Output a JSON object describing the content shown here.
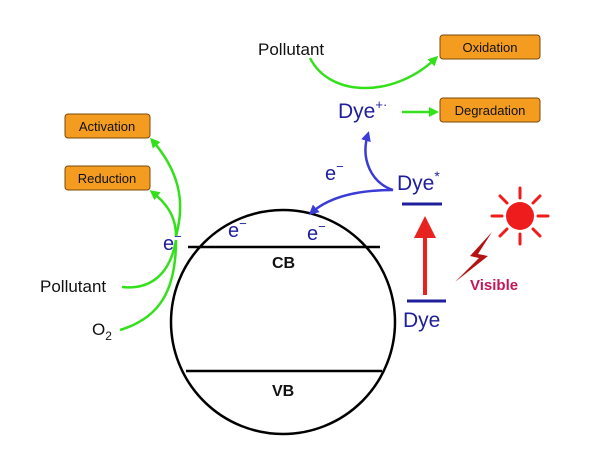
{
  "colors": {
    "box_fill": "#f39c1f",
    "box_stroke": "#7a4a08",
    "electron_blue": "#1f1f9e",
    "arrow_green": "#33e01a",
    "arrow_blue": "#3b3bd6",
    "arrow_red": "#e8231f",
    "sun_red": "#ee1c1c",
    "visible_magenta": "#c2185b"
  },
  "boxes": {
    "oxidation": "Oxidation",
    "degradation": "Degradation",
    "activation": "Activation",
    "reduction": "Reduction"
  },
  "labels": {
    "pollutant_top": "Pollutant",
    "pollutant_left": "Pollutant",
    "o2_base": "O",
    "o2_sub": "2",
    "cb": "CB",
    "vb": "VB",
    "visible": "Visible"
  },
  "species": {
    "dye_radical_base": "Dye",
    "dye_radical_sup": "+·",
    "dye_excited_base": "Dye",
    "dye_excited_sup": "*",
    "dye_ground": "Dye",
    "electron": "e",
    "electron_sup": "−"
  },
  "icons": [
    "sun-icon",
    "lightning-icon"
  ]
}
